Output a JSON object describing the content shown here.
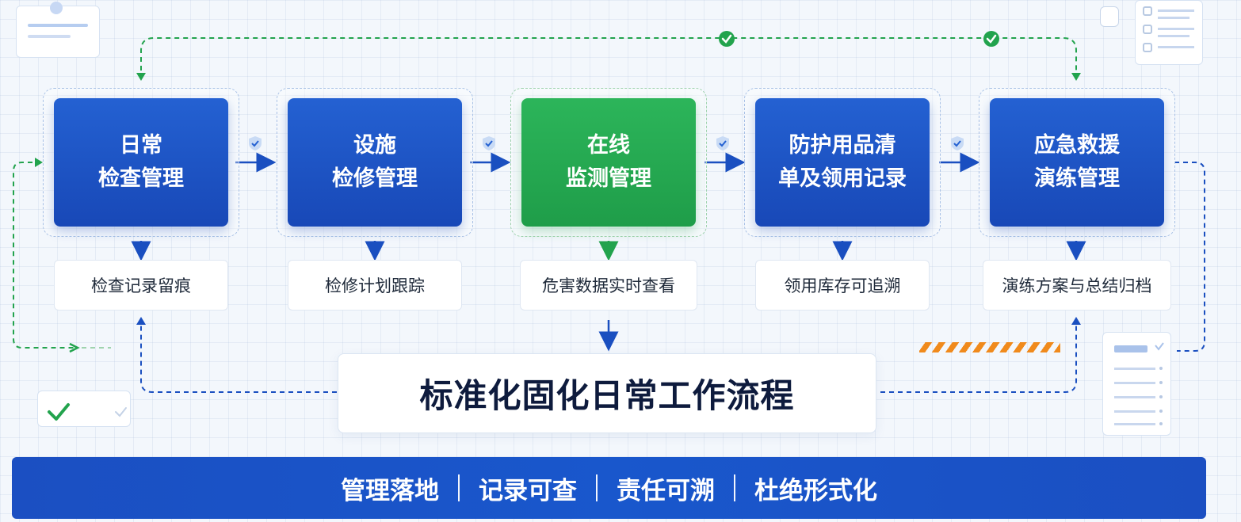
{
  "steps": [
    {
      "title_line1": "日常",
      "title_line2": "检查管理",
      "sub": "检查记录留痕",
      "color": "blue"
    },
    {
      "title_line1": "设施",
      "title_line2": "检修管理",
      "sub": "检修计划跟踪",
      "color": "blue"
    },
    {
      "title_line1": "在线",
      "title_line2": "监测管理",
      "sub": "危害数据实时查看",
      "color": "green"
    },
    {
      "title_line1": "防护用品清",
      "title_line2": "单及领用记录",
      "sub": "领用库存可追溯",
      "color": "blue"
    },
    {
      "title_line1": "应急救援",
      "title_line2": "演练管理",
      "sub": "演练方案与总结归档",
      "color": "blue"
    }
  ],
  "center_title": "标准化固化日常工作流程",
  "footer": {
    "items": [
      "管理落地",
      "记录可查",
      "责任可溯",
      "杜绝形式化"
    ]
  },
  "colors": {
    "primary_blue": "#1a4fc0",
    "accent_green": "#22a34d",
    "warning_orange": "#f08a1c"
  },
  "icons": {
    "flow_check": "check-circle-icon",
    "step_connector": "shield-check-icon",
    "checkbox": "checkmark-icon",
    "checklist": "checklist-document-icon"
  }
}
